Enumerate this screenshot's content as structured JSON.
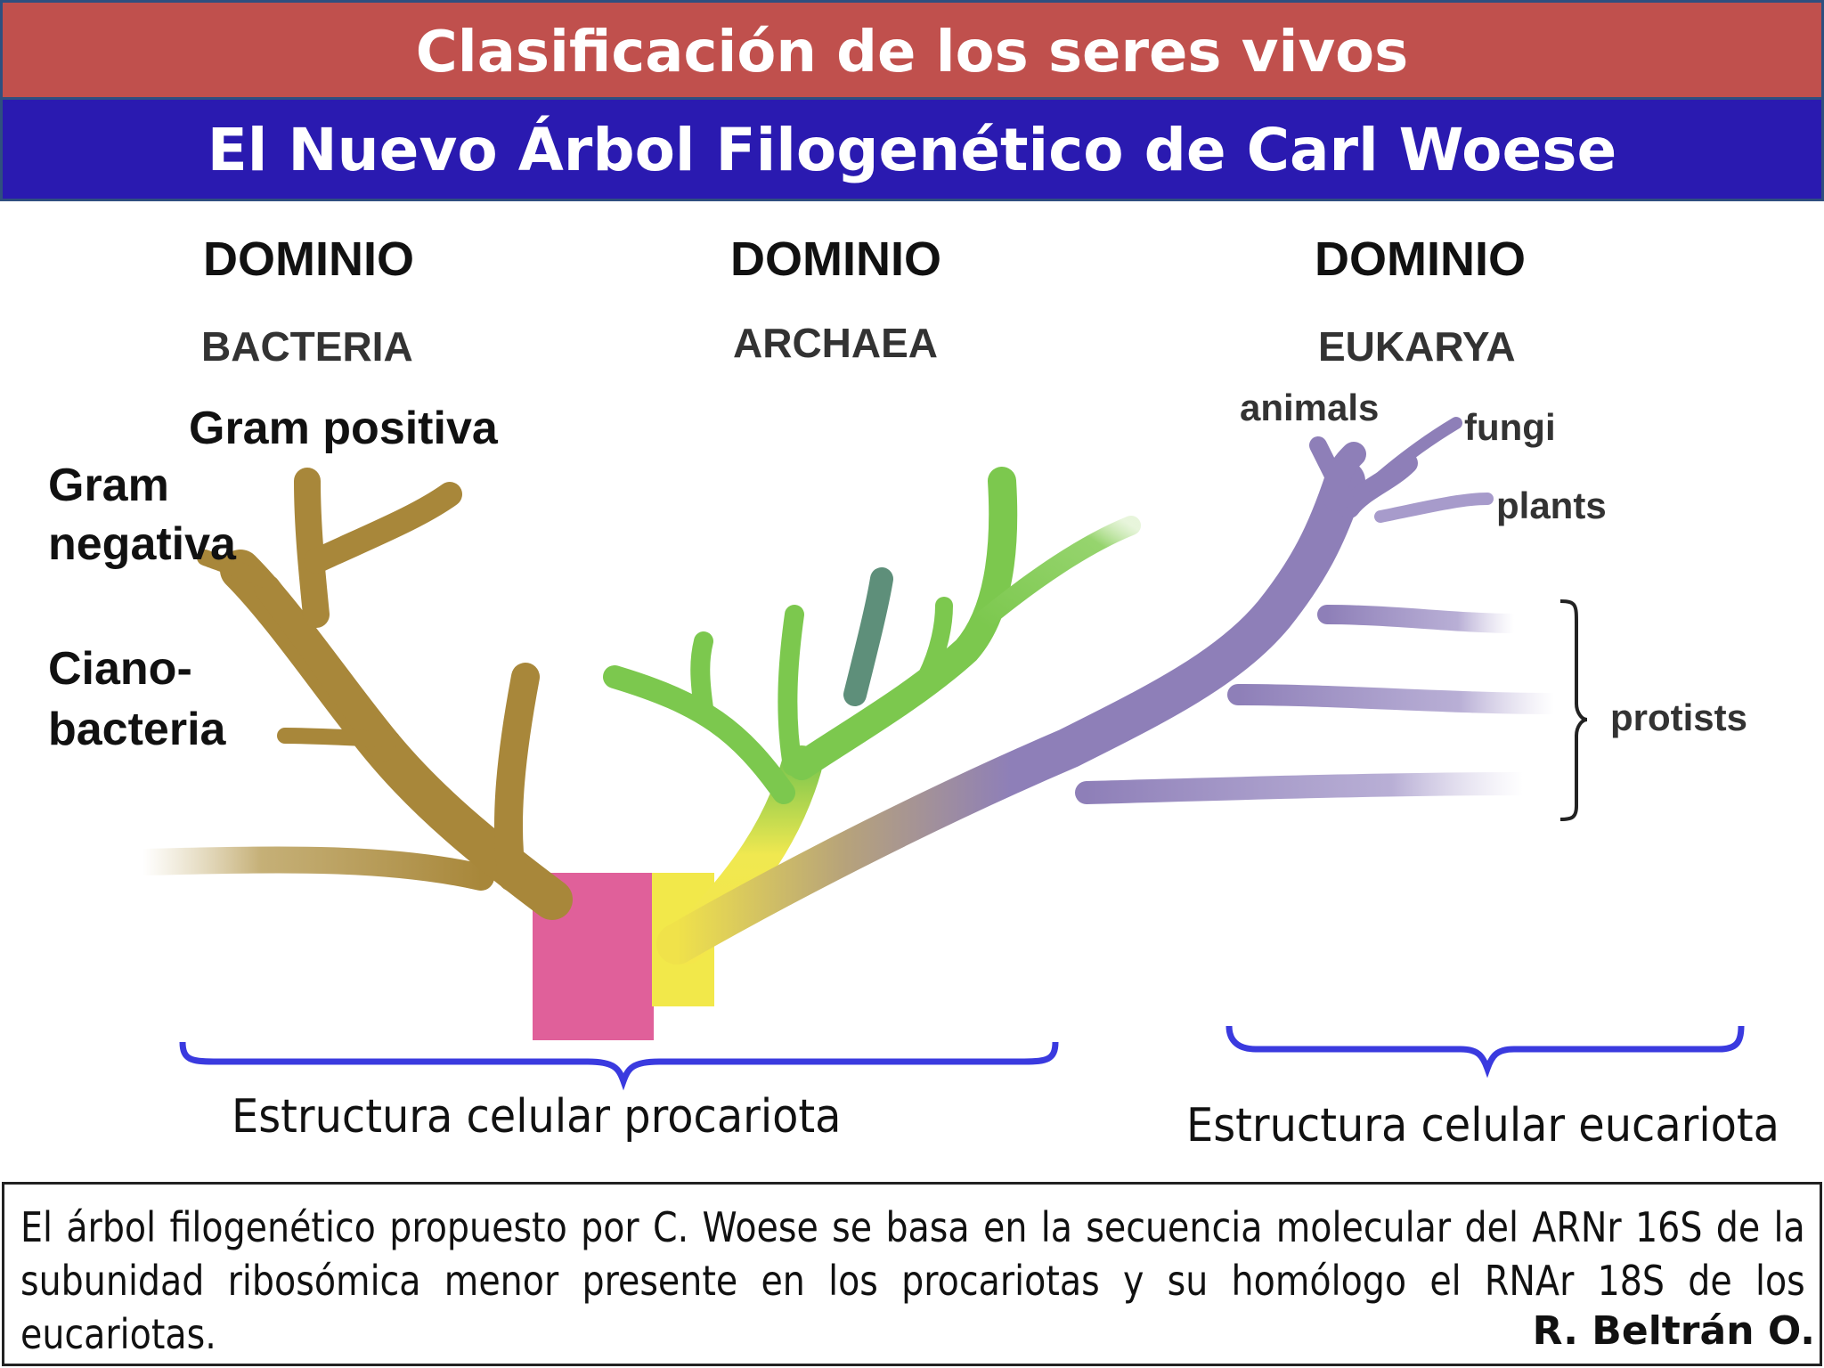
{
  "header": {
    "title": "Clasificación de los seres vivos",
    "subtitle": "El Nuevo Árbol Filogenético de Carl Woese"
  },
  "domains": [
    {
      "heading": "DOMINIO",
      "name": "BACTERIA",
      "color": "#a8873a"
    },
    {
      "heading": "DOMINIO",
      "name": "ARCHAEA",
      "color": "#7cc84e"
    },
    {
      "heading": "DOMINIO",
      "name": "EUKARYA",
      "color": "#8e7fb8"
    }
  ],
  "bacteria_groups": {
    "gram_positive": "Gram positiva",
    "gram_negative_line1": "Gram",
    "gram_negative_line2": "negativa",
    "cyano_line1": "Ciano-",
    "cyano_line2": "bacteria"
  },
  "eukarya_groups": {
    "animals": "animals",
    "fungi": "fungi",
    "plants": "plants",
    "protists": "protists"
  },
  "brackets": {
    "prokaryote": "Estructura celular procariota",
    "eukaryote": "Estructura celular eucariota",
    "color": "#3a3adf"
  },
  "root_colors": {
    "root": "#e0609a",
    "transition": "#f2e84a"
  },
  "info": {
    "text": "El árbol filogenético propuesto por C. Woese se basa en la secuencia molecular del ARNr 16S de la subunidad ribosómica menor presente en los procariotas y su homólogo  el RNAr 18S de los eucariotas.",
    "author": "R. Beltrán O."
  }
}
